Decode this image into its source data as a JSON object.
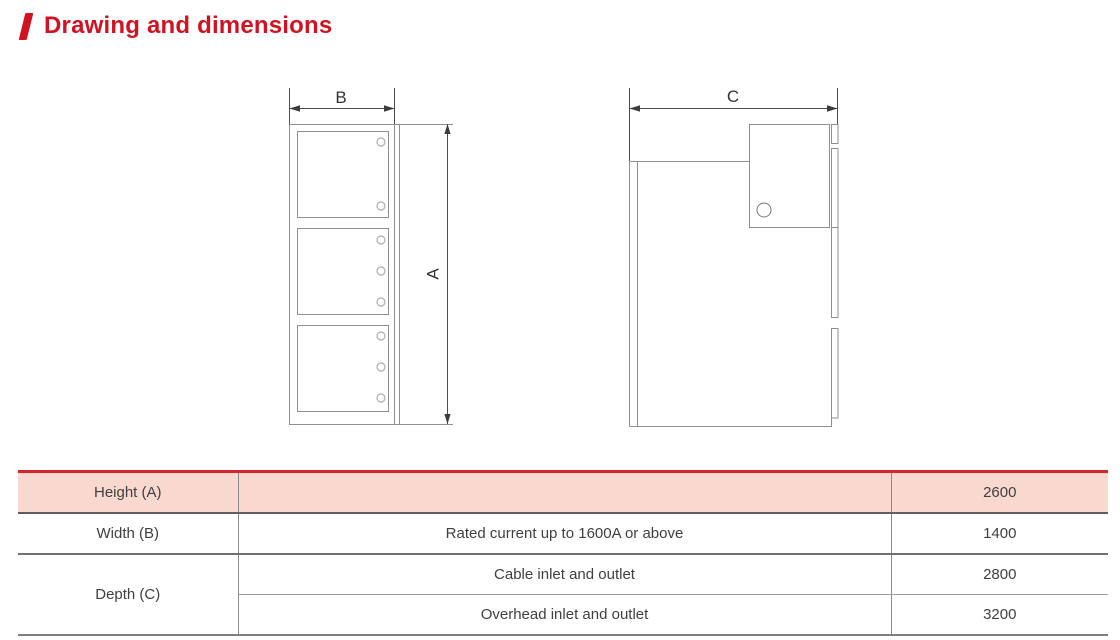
{
  "page": {
    "title": "Drawing and dimensions"
  },
  "drawings": {
    "front_view": {
      "width_label": "B",
      "height_label": "A"
    },
    "side_view": {
      "depth_label": "C"
    }
  },
  "table": {
    "rows": [
      {
        "param": "Height (A)",
        "condition": "",
        "value": "2600"
      },
      {
        "param": "Width (B)",
        "condition": "Rated current up to 1600A or above",
        "value": "1400"
      },
      {
        "param": "Depth (C)",
        "condition": "Cable inlet and outlet",
        "value": "2800"
      },
      {
        "param": "",
        "condition": "Overhead inlet and outlet",
        "value": "3200"
      }
    ]
  },
  "colors": {
    "accent_red": "#cf1322",
    "table_header_pink": "#f9d8cf",
    "drawing_line_gray": "#8f8f8f"
  }
}
